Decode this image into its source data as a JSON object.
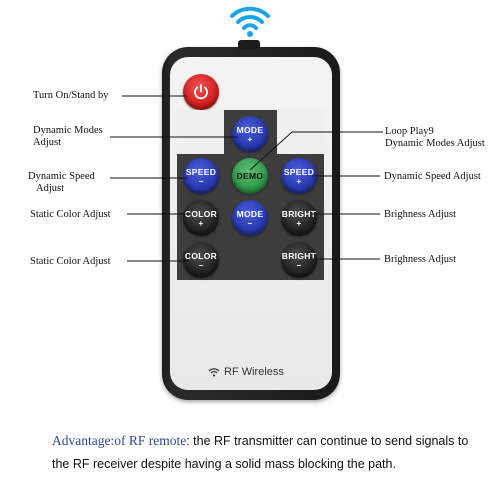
{
  "labels": {
    "turn_on": "Turn On/Stand by",
    "dyn_modes_left_1": "Dynamic Modes",
    "dyn_modes_left_2": "Adjust",
    "dyn_speed_left_1": "Dynamic Speed",
    "dyn_speed_left_2": "Adjust",
    "static_color_1": "Static Color Adjust",
    "static_color_2": "Static Color Adjust",
    "loop_play_1": "Loop Play9",
    "loop_play_2": "Dynamic Modes Adjust",
    "dyn_speed_right": "Dynamic Speed Adjust",
    "brightness_1": "Brighness Adjust",
    "brightness_2": "Brighness Adjust"
  },
  "buttons": {
    "mode_plus": "MODE",
    "mode_minus": "MODE",
    "demo": "DEMO",
    "speed_minus": "SPEED",
    "speed_plus": "SPEED",
    "color_plus": "COLOR",
    "color_minus": "COLOR",
    "bright_plus": "BRIGHT",
    "bright_minus": "BRIGHT",
    "plus_sign": "+",
    "minus_sign": "−"
  },
  "remote": {
    "wireless_label": "RF Wireless"
  },
  "advantage": {
    "heading": "Advantage:of RF remote",
    "line1": ": the RF transmitter can continue to send signals to",
    "line2": "the RF receiver despite having a solid mass blocking the path."
  },
  "colors": {
    "heading_blue": "#2c4a9a",
    "power_red": "#d11f1f",
    "button_blue": "#2a3bb3",
    "button_green": "#2f9a48",
    "signal_blue": "#19a6e6"
  }
}
